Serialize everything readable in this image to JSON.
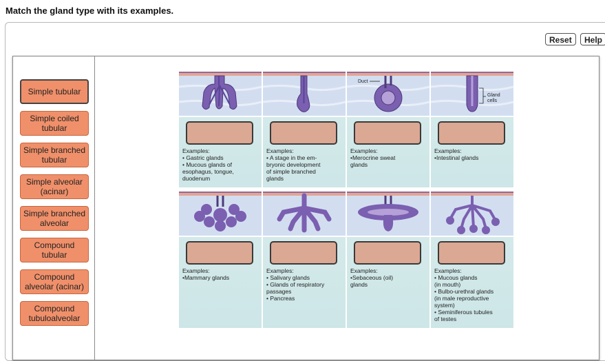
{
  "prompt": "Match the gland type with its examples.",
  "toolbar": {
    "reset_label": "Reset",
    "help_label": "Help"
  },
  "labels": [
    "Simple tubular",
    "Simple coiled\ntubular",
    "Simple branched\ntubular",
    "Simple alveolar\n(acinar)",
    "Simple branched\nalveolar",
    "Compound\ntubular",
    "Compound\nalveolar (acinar)",
    "Compound\ntubuloalveolar"
  ],
  "illustration_labels": {
    "duct": "Duct",
    "gland_cells": "Gland\ncells"
  },
  "examples": [
    "Examples:\n• Gastric glands\n• Mucous glands of\n  esophagus, tongue,\n  duodenum",
    "Examples:\n• A stage in the em-\n  bryonic development\n  of simple branched\n  glands",
    "Examples:\n•Merocrine sweat\n  glands",
    "Examples:\n•Intestinal glands",
    "Examples:\n•Mammary glands",
    "Examples:\n• Salivary glands\n• Glands of respiratory\n  passages\n• Pancreas",
    "Examples:\n•Sebaceous (oil)\n  glands",
    "Examples:\n• Mucous glands\n  (in mouth)\n• Bulbo-urethral glands\n  (in male reproductive\n  system)\n• Seminiferous tubules\n  of testes"
  ],
  "colors": {
    "label_fill": "#f0906a",
    "dropzone_fill": "#dba894",
    "panel_bg": "#cfe7e8",
    "gland_purple": "#7b5fb0",
    "epithelium_pink": "#e7b3a3"
  }
}
